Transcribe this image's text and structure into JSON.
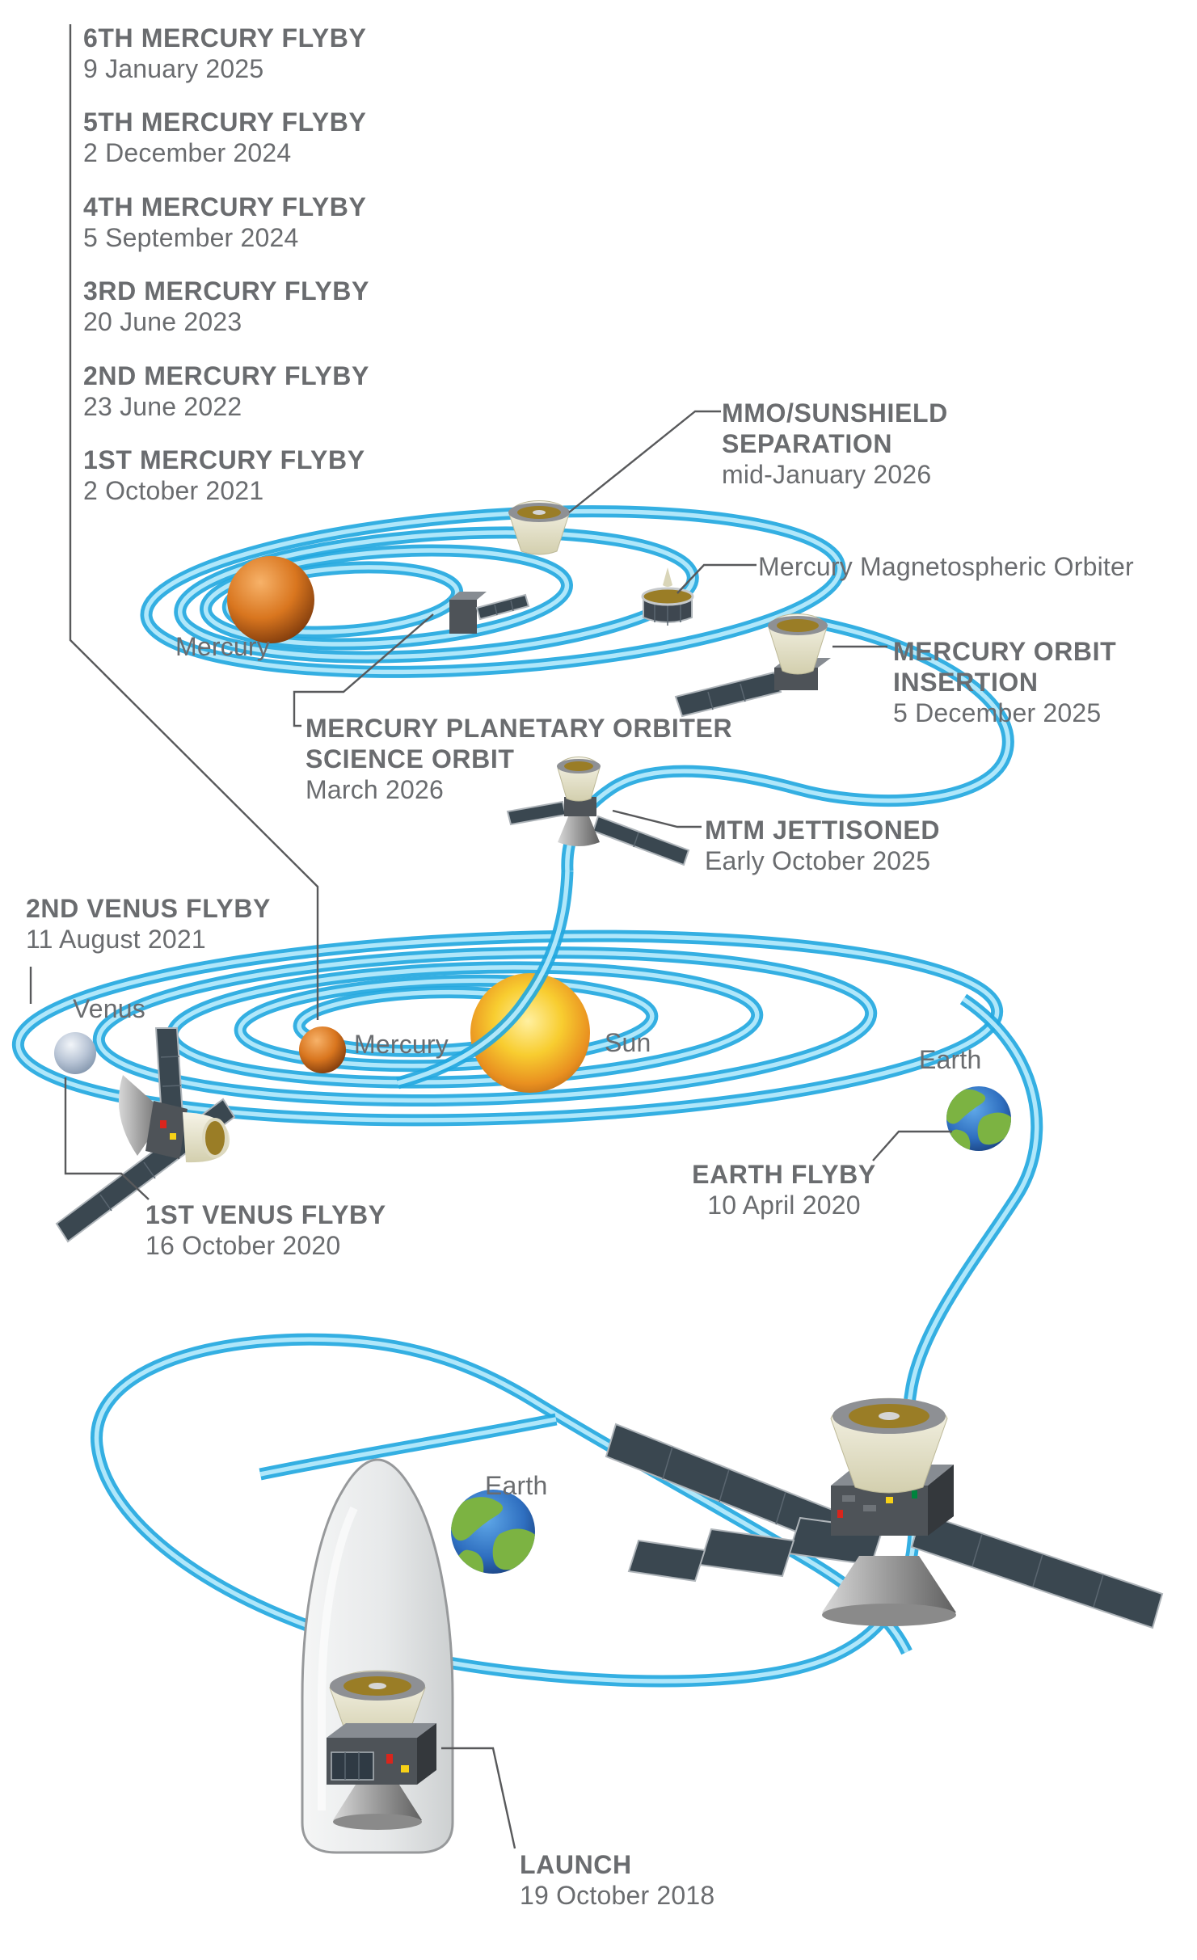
{
  "colors": {
    "text_gray": "#6A6C6F",
    "trajectory_blue": "#23A8E0",
    "trajectory_highlight": "#B7EAFB",
    "leader_gray": "#58595B",
    "sunshield_cream": "#EDEAD3",
    "solar_panel": "#3A4750"
  },
  "flybys": [
    {
      "title": "6TH MERCURY FLYBY",
      "date": "9 January 2025"
    },
    {
      "title": "5TH MERCURY FLYBY",
      "date": "2 December 2024"
    },
    {
      "title": "4TH MERCURY FLYBY",
      "date": "5 September 2024"
    },
    {
      "title": "3RD MERCURY FLYBY",
      "date": "20 June 2023"
    },
    {
      "title": "2ND MERCURY FLYBY",
      "date": "23 June 2022"
    },
    {
      "title": "1ST MERCURY FLYBY",
      "date": "2 October 2021"
    }
  ],
  "events": {
    "mmo_separation": {
      "line1": "MMO/SUNSHIELD",
      "line2": "SEPARATION",
      "date": "mid-January 2026"
    },
    "mmo_orbiter_label": "Mercury Magnetospheric Orbiter",
    "orbit_insertion": {
      "line1": "MERCURY ORBIT",
      "line2": "INSERTION",
      "date": "5 December 2025"
    },
    "science_orbit": {
      "line1": "MERCURY PLANETARY ORBITER",
      "line2": "SCIENCE ORBIT",
      "date": "March 2026"
    },
    "mtm_jettisoned": {
      "title": "MTM JETTISONED",
      "date": "Early October 2025"
    },
    "venus_flyby_2": {
      "title": "2ND VENUS FLYBY",
      "date": "11 August 2021"
    },
    "venus_flyby_1": {
      "title": "1ST VENUS FLYBY",
      "date": "16 October 2020"
    },
    "earth_flyby": {
      "title": "EARTH FLYBY",
      "date": "10 April 2020"
    },
    "launch": {
      "title": "LAUNCH",
      "date": "19 October 2018"
    }
  },
  "planets": {
    "mercury_top": "Mercury",
    "venus": "Venus",
    "mercury_inner": "Mercury",
    "sun": "Sun",
    "earth_right": "Earth",
    "earth_bottom": "Earth"
  }
}
